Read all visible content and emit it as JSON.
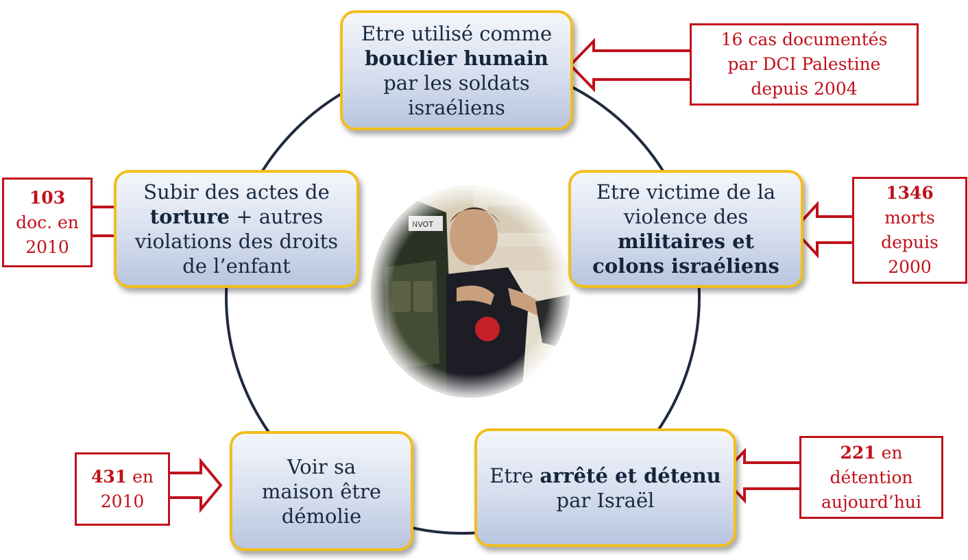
{
  "colors": {
    "cycle_line": "#1f2a3d",
    "node_border": "#f2be1c",
    "stat_red": "#c0101a",
    "arrow_fill": "#ffffff"
  },
  "nodes": {
    "top": {
      "pre": "Etre utilisé comme",
      "bold": "bouclier humain",
      "post": "par les soldats israéliens"
    },
    "right": {
      "pre": "Etre victime de la violence des",
      "bold": "militaires et colons israéliens",
      "post": ""
    },
    "bottom_right": {
      "pre": "Etre",
      "bold": "arrêté et détenu",
      "post": "par Israël"
    },
    "bottom_left": {
      "text": "Voir sa maison être démolie"
    },
    "left": {
      "pre": "Subir des actes de",
      "bold": "torture",
      "post": "+ autres violations des droits de l’enfant"
    }
  },
  "stats": {
    "top": {
      "text": "16 cas documentés par DCI Palestine depuis 2004"
    },
    "right": {
      "bold": "1346",
      "post": "morts depuis 2000"
    },
    "bottom_right": {
      "bold": "221",
      "post": "en détention aujourd’hui"
    },
    "bottom_left": {
      "bold": "431",
      "post": "en 2010"
    },
    "left": {
      "bold": "103",
      "post": "doc. en 2010"
    }
  },
  "center_photo": {
    "icon": "child-with-soldier-photo"
  }
}
